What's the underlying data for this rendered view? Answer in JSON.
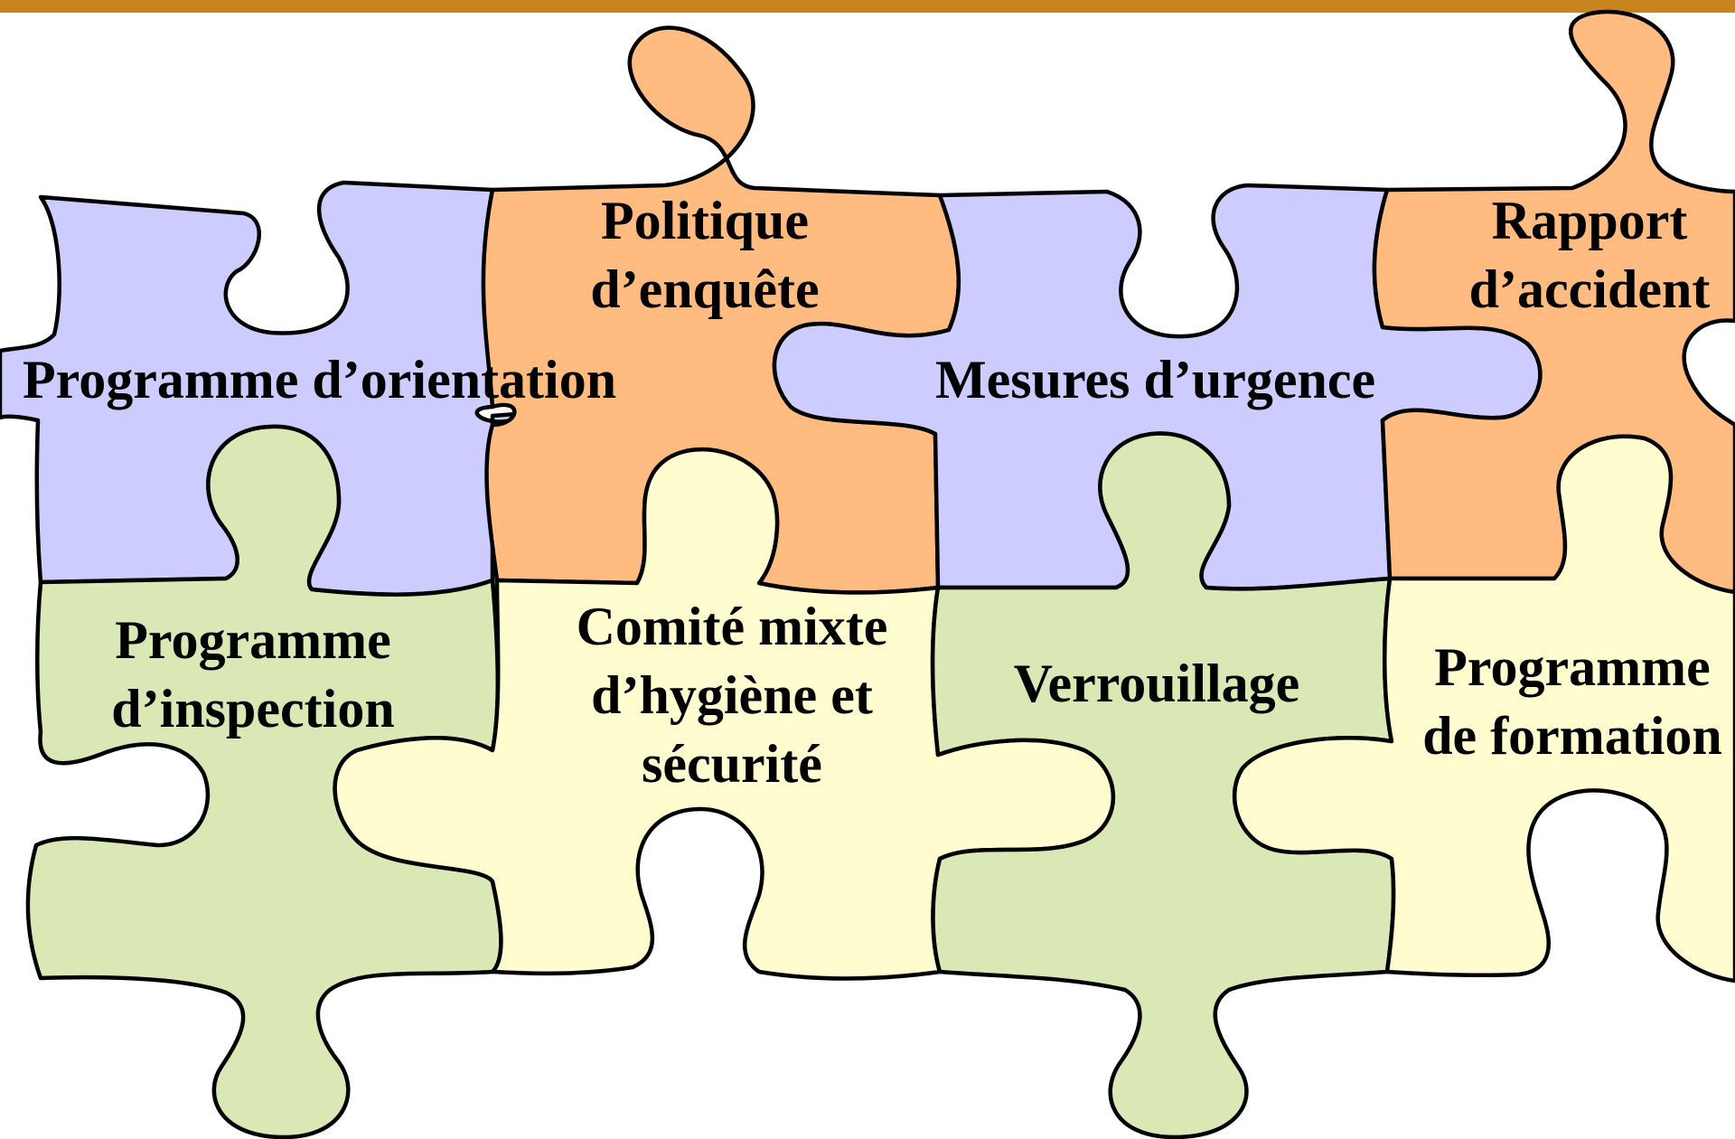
{
  "colors": {
    "header_bar": "#C8841C",
    "purple": "#CCCCFF",
    "orange": "#FFBB80",
    "green": "#D9E8B5",
    "yellow": "#FFFDD0",
    "outline": "#000000"
  },
  "pieces": {
    "programme_orientation": "Programme d’orientation",
    "politique_line1": "Politique",
    "politique_line2": "d’enquête",
    "mesures_urgence": "Mesures d’urgence",
    "rapport_line1": "Rapport",
    "rapport_line2": "d’accident",
    "inspection_line1": "Programme",
    "inspection_line2": "d’inspection",
    "comite_line1": "Comité mixte",
    "comite_line2": "d’hygiène et",
    "comite_line3": "sécurité",
    "verrouillage": "Verrouillage",
    "formation_line1": "Programme",
    "formation_line2": "de formation"
  }
}
